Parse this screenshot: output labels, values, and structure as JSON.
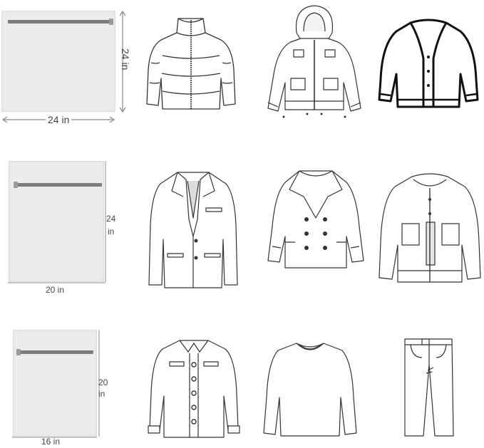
{
  "colors": {
    "bag_fill": "#ececec",
    "zipper": "#7d7d7d",
    "line_art": "#333333",
    "dimension_line": "#888888"
  },
  "rows": [
    {
      "bag": {
        "width_label": "24 in",
        "height_label": "24 in"
      },
      "garments": [
        "puffer-jacket-icon",
        "hooded-down-coat-icon",
        "knit-cardigan-icon"
      ]
    },
    {
      "bag": {
        "width_label": "20 in",
        "height_label_num": "24",
        "height_label_unit": "in"
      },
      "garments": [
        "blazer-icon",
        "double-breasted-coat-icon",
        "zip-jacket-icon"
      ]
    },
    {
      "bag": {
        "width_label": "16 in",
        "height_label_num": "20",
        "height_label_unit": "in"
      },
      "garments": [
        "button-shirt-icon",
        "long-sleeve-tshirt-icon",
        "trousers-icon"
      ]
    }
  ]
}
